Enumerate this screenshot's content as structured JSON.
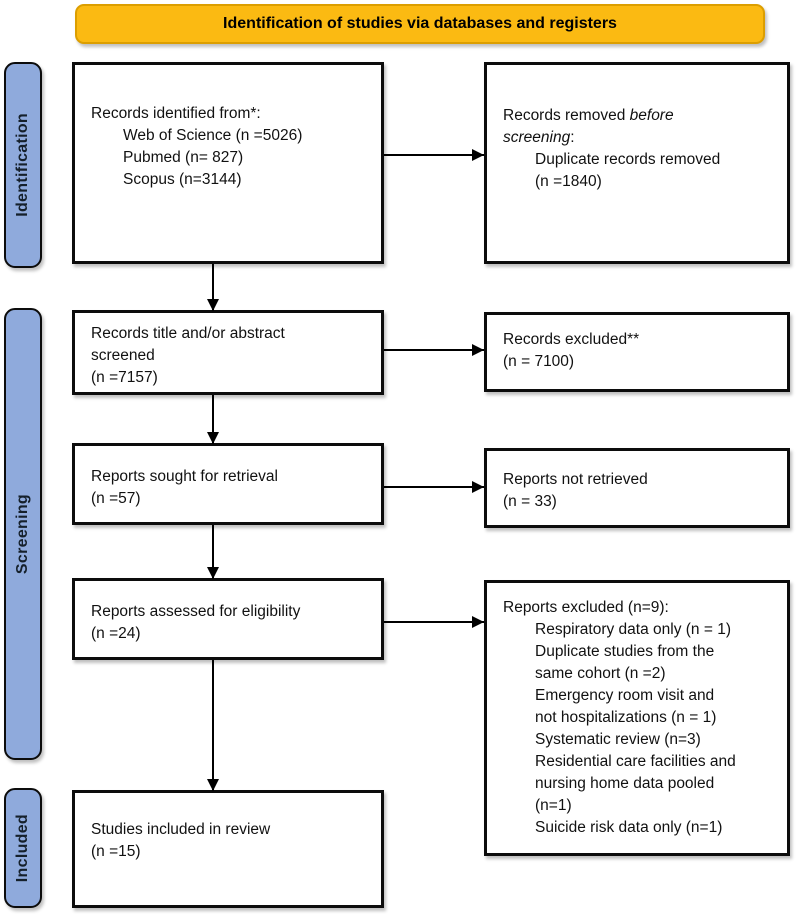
{
  "banner": {
    "title": "Identification of studies via databases and registers"
  },
  "colors": {
    "banner_bg": "#FBBA12",
    "banner_border": "#DC9E00",
    "stage_bg": "#8FAADC",
    "box_border": "#0c0c0c"
  },
  "stages": {
    "identification": "Identification",
    "screening": "Screening",
    "included": "Included"
  },
  "boxes": {
    "records_identified": {
      "title": "Records identified from*:",
      "items": [
        "Web of Science (n =5026)",
        "Pubmed (n= 827)",
        "Scopus (n=3144)"
      ]
    },
    "records_removed": {
      "title_pre": "Records removed ",
      "title_italic": "before screening",
      "title_post": ":",
      "items": [
        "Duplicate records removed",
        "(n =1840)"
      ]
    },
    "records_screened": {
      "lines": [
        "Records title and/or abstract",
        "screened",
        "(n =7157)"
      ]
    },
    "records_excluded": {
      "lines": [
        "Records excluded**",
        "(n = 7100)"
      ]
    },
    "reports_sought": {
      "lines": [
        "Reports sought for retrieval",
        "(n =57)"
      ]
    },
    "reports_not_retrieved": {
      "lines": [
        "Reports not retrieved",
        "(n = 33)"
      ]
    },
    "reports_assessed": {
      "lines": [
        "Reports assessed for eligibility",
        "(n =24)"
      ]
    },
    "reports_excluded": {
      "title": "Reports excluded (n=9):",
      "items": [
        "Respiratory data only (n = 1)",
        "Duplicate studies from the",
        "same cohort (n =2)",
        "Emergency room visit and",
        "not hospitalizations (n = 1)",
        "Systematic review (n=3)",
        "Residential care facilities and",
        "nursing home data pooled",
        "(n=1)",
        "Suicide risk data only (n=1)"
      ]
    },
    "studies_included": {
      "lines": [
        "Studies included in review",
        "(n =15)"
      ]
    }
  }
}
